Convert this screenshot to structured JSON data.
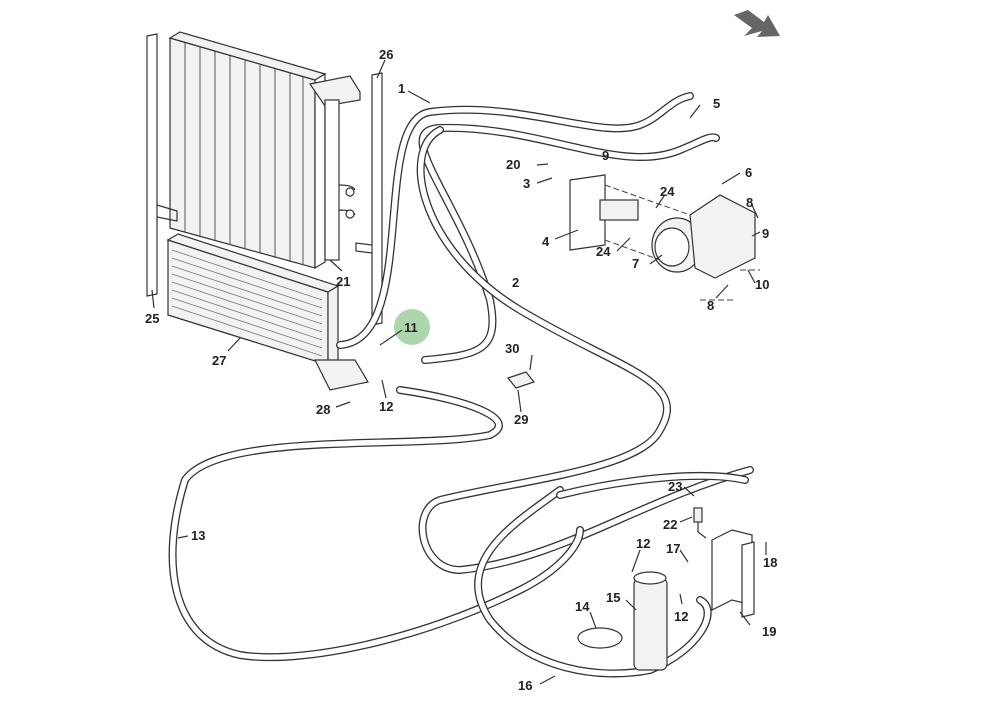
{
  "diagram": {
    "title": "Air conditioning system exploded parts diagram",
    "direction_indicator": "arrow-right-down-icon",
    "highlight_color": "#9fcf9f",
    "highlighted_callout": "11",
    "callouts": [
      {
        "id": "c1",
        "label": "1",
        "part": "hose"
      },
      {
        "id": "c2",
        "label": "2",
        "part": "hose"
      },
      {
        "id": "c3",
        "label": "3",
        "part": "clamp"
      },
      {
        "id": "c4",
        "label": "4",
        "part": "compressor bracket"
      },
      {
        "id": "c5",
        "label": "5",
        "part": "o-ring"
      },
      {
        "id": "c6",
        "label": "6",
        "part": "o-ring"
      },
      {
        "id": "c7",
        "label": "7",
        "part": "compressor"
      },
      {
        "id": "c8a",
        "label": "8",
        "part": "bolt"
      },
      {
        "id": "c8b",
        "label": "8",
        "part": "bolt"
      },
      {
        "id": "c9a",
        "label": "9",
        "part": "washer"
      },
      {
        "id": "c9b",
        "label": "9",
        "part": "washer"
      },
      {
        "id": "c10",
        "label": "10",
        "part": "bolt"
      },
      {
        "id": "c11",
        "label": "11",
        "part": "o-ring"
      },
      {
        "id": "c12a",
        "label": "12",
        "part": "o-ring"
      },
      {
        "id": "c12b",
        "label": "12",
        "part": "o-ring"
      },
      {
        "id": "c12c",
        "label": "12",
        "part": "o-ring"
      },
      {
        "id": "c13",
        "label": "13",
        "part": "hose"
      },
      {
        "id": "c14",
        "label": "14",
        "part": "clamp"
      },
      {
        "id": "c15",
        "label": "15",
        "part": "receiver drier"
      },
      {
        "id": "c16",
        "label": "16",
        "part": "hose"
      },
      {
        "id": "c17",
        "label": "17",
        "part": "bolt"
      },
      {
        "id": "c18",
        "label": "18",
        "part": "nut"
      },
      {
        "id": "c19",
        "label": "19",
        "part": "bracket"
      },
      {
        "id": "c20",
        "label": "20",
        "part": "nut"
      },
      {
        "id": "c21",
        "label": "21",
        "part": "seal"
      },
      {
        "id": "c22",
        "label": "22",
        "part": "pressure switch"
      },
      {
        "id": "c23",
        "label": "23",
        "part": "o-ring"
      },
      {
        "id": "c24a",
        "label": "24",
        "part": "spacer"
      },
      {
        "id": "c24b",
        "label": "24",
        "part": "spacer"
      },
      {
        "id": "c25",
        "label": "25",
        "part": "seal"
      },
      {
        "id": "c26",
        "label": "26",
        "part": "seal"
      },
      {
        "id": "c27",
        "label": "27",
        "part": "evaporator"
      },
      {
        "id": "c28",
        "label": "28",
        "part": "nut"
      },
      {
        "id": "c29",
        "label": "29",
        "part": "clamp"
      },
      {
        "id": "c30",
        "label": "30",
        "part": "screw"
      }
    ]
  }
}
